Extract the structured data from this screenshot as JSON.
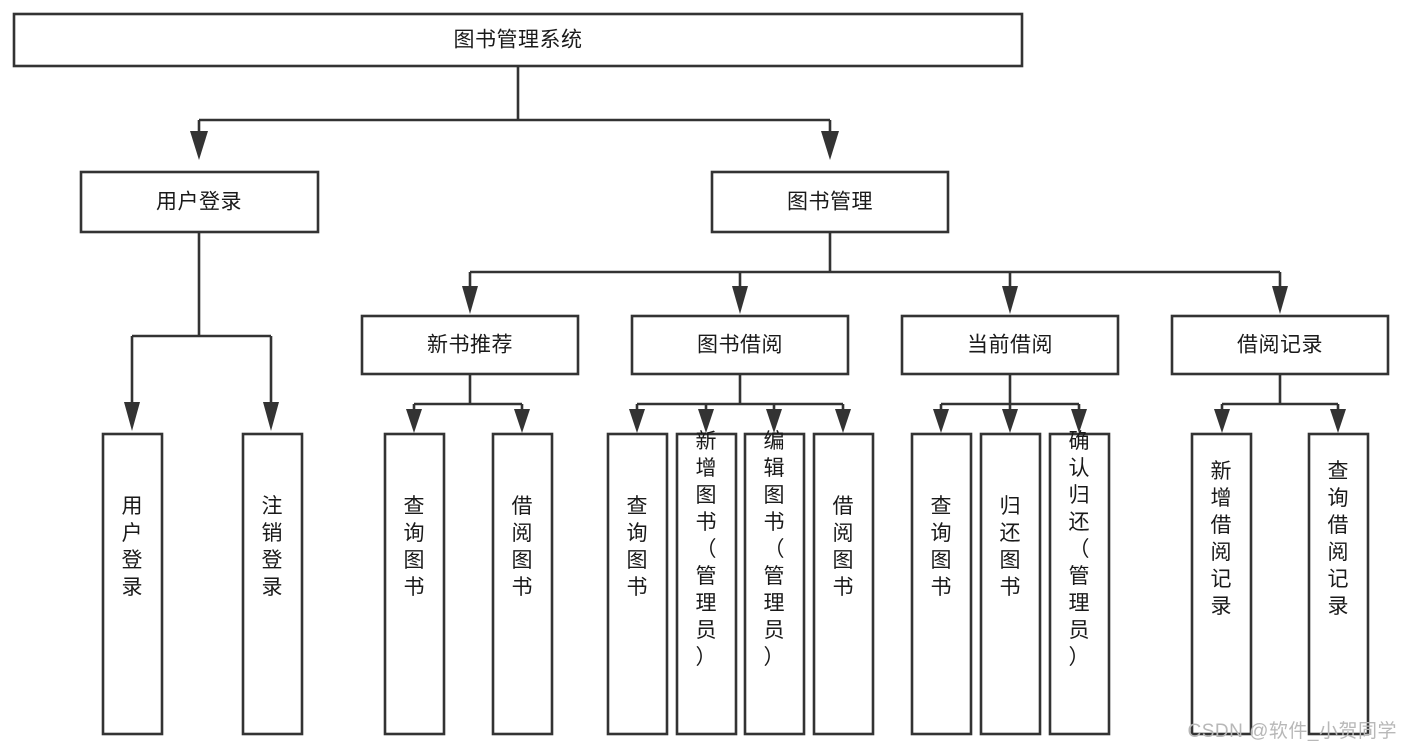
{
  "diagram": {
    "title": "图书管理系统",
    "type": "hierarchy-tree",
    "background_color": "#ffffff",
    "line_color": "#333333",
    "text_color": "#1a1a1a",
    "levels": 4,
    "root": {
      "id": "root",
      "label": "图书管理系统",
      "orientation": "horizontal"
    },
    "level2": [
      {
        "id": "user-login",
        "label": "用户登录",
        "orientation": "horizontal"
      },
      {
        "id": "book-manage",
        "label": "图书管理",
        "orientation": "horizontal"
      }
    ],
    "level3": [
      {
        "id": "new-book-recommend",
        "label": "新书推荐",
        "orientation": "horizontal",
        "parent": "book-manage"
      },
      {
        "id": "book-borrow",
        "label": "图书借阅",
        "orientation": "horizontal",
        "parent": "book-manage"
      },
      {
        "id": "current-borrow",
        "label": "当前借阅",
        "orientation": "horizontal",
        "parent": "book-manage"
      },
      {
        "id": "borrow-record",
        "label": "借阅记录",
        "orientation": "horizontal",
        "parent": "book-manage"
      }
    ],
    "leaves": [
      {
        "id": "leaf-user-login",
        "label": "用户登录",
        "parent": "user-login",
        "orientation": "vertical"
      },
      {
        "id": "leaf-logout-login",
        "label": "注销登录",
        "parent": "user-login",
        "orientation": "vertical"
      },
      {
        "id": "leaf-query-book-1",
        "label": "查询图书",
        "parent": "new-book-recommend",
        "orientation": "vertical"
      },
      {
        "id": "leaf-borrow-book-1",
        "label": "借阅图书",
        "parent": "new-book-recommend",
        "orientation": "vertical"
      },
      {
        "id": "leaf-query-book-2",
        "label": "查询图书",
        "parent": "book-borrow",
        "orientation": "vertical"
      },
      {
        "id": "leaf-add-book",
        "label": "新增图书（管理员）",
        "parent": "book-borrow",
        "orientation": "vertical"
      },
      {
        "id": "leaf-edit-book",
        "label": "编辑图书（管理员）",
        "parent": "book-borrow",
        "orientation": "vertical"
      },
      {
        "id": "leaf-borrow-book-2",
        "label": "借阅图书",
        "parent": "book-borrow",
        "orientation": "vertical"
      },
      {
        "id": "leaf-query-book-3",
        "label": "查询图书",
        "parent": "current-borrow",
        "orientation": "vertical"
      },
      {
        "id": "leaf-return-book",
        "label": "归还图书",
        "parent": "current-borrow",
        "orientation": "vertical"
      },
      {
        "id": "leaf-confirm-return",
        "label": "确认归还（管理员）",
        "parent": "current-borrow",
        "orientation": "vertical"
      },
      {
        "id": "leaf-add-record",
        "label": "新增借阅记录",
        "parent": "borrow-record",
        "orientation": "vertical"
      },
      {
        "id": "leaf-query-record",
        "label": "查询借阅记录",
        "parent": "borrow-record",
        "orientation": "vertical"
      }
    ]
  },
  "watermark": {
    "text": "CSDN @软件_小贺同学"
  }
}
